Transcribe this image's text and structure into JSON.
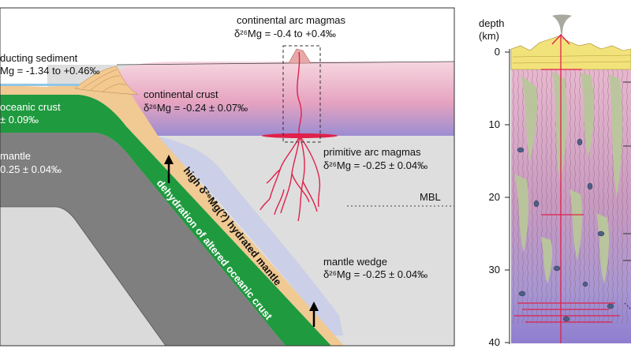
{
  "left_panel": {
    "subducting_sediment": {
      "name": "ducting sediment",
      "value": "Mg = -1.34 to +0.46‰"
    },
    "oceanic_crust": {
      "name": "oceanic crust",
      "value": "± 0.09‰"
    },
    "mantle": {
      "name": "mantle",
      "value": "0.25 ± 0.04‰"
    },
    "continental_crust": {
      "name": "continental crust",
      "value": "δ²⁶Mg = -0.24 ± 0.07‰"
    },
    "continental_arc_magmas": {
      "name": "continental arc magmas",
      "value": "δ²⁶Mg = -0.4 to +0.4‰"
    },
    "primitive_arc_magmas": {
      "name": "primitive arc magmas",
      "value": "δ²⁶Mg = -0.25 ± 0.04‰"
    },
    "mbl": "MBL",
    "mantle_wedge": {
      "name": "mantle wedge",
      "value": "δ²⁶Mg = -0.25 ± 0.04‰"
    },
    "hydrated_mantle_label": "high δ²⁶Mg(?) hydrated mantle",
    "dehydration_label": "dehydration of altered oceanic crust"
  },
  "right_panel": {
    "axis_title": [
      "depth",
      "(km)"
    ],
    "ticks": [
      "0",
      "10",
      "20",
      "30",
      "40"
    ]
  },
  "colors": {
    "oceanic_crust": "#1e9a3e",
    "slab_mantle": "#808080",
    "mantle_wedge": "#dcdcdc",
    "continental_crust_top": "#f2c9d6",
    "continental_crust_bottom": "#9e8fd0",
    "sediment": "#f0c890",
    "magma": "#e0204a",
    "hydrated_zone": "#c9cde8",
    "column_green": "#b7c49a",
    "column_pink": "#d9a4c4",
    "column_yellow": "#f2e27a"
  }
}
